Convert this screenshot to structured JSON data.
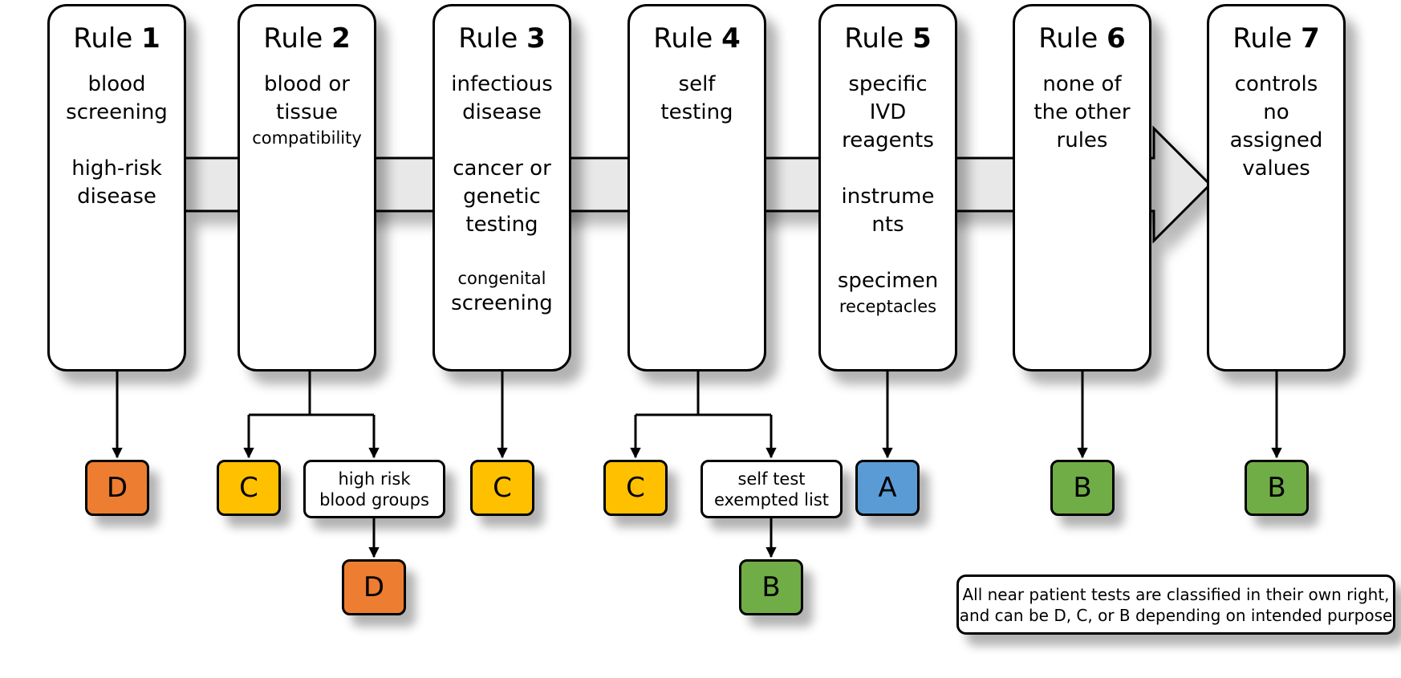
{
  "colors": {
    "D": "#ed7d31",
    "C": "#ffc000",
    "B": "#70ad47",
    "A": "#5b9bd5",
    "arrow_fill": "#e8e8e8"
  },
  "rules": [
    {
      "label": "Rule",
      "number": "1",
      "items": [
        {
          "text": "blood\nscreening"
        },
        {
          "text": "high-risk\ndisease"
        }
      ]
    },
    {
      "label": "Rule",
      "number": "2",
      "items": [
        {
          "text": "blood or\ntissue"
        },
        {
          "text": "compatibility",
          "small": true,
          "attach": true
        }
      ]
    },
    {
      "label": "Rule",
      "number": "3",
      "items": [
        {
          "text": "infectious\ndisease"
        },
        {
          "text": "cancer or\ngenetic\ntesting"
        },
        {
          "text": "congenital",
          "small": true
        },
        {
          "text": "screening",
          "attach": true
        }
      ]
    },
    {
      "label": "Rule",
      "number": "4",
      "items": [
        {
          "text": "self\ntesting"
        }
      ]
    },
    {
      "label": "Rule",
      "number": "5",
      "items": [
        {
          "text": "specific\nIVD\nreagents"
        },
        {
          "text": "instrume\nnts"
        },
        {
          "text": "specimen"
        },
        {
          "text": "receptacles",
          "small": true,
          "attach": true
        }
      ]
    },
    {
      "label": "Rule",
      "number": "6",
      "items": [
        {
          "text": "none of\nthe other\nrules"
        }
      ]
    },
    {
      "label": "Rule",
      "number": "7",
      "items": [
        {
          "text": "controls\nno\nassigned\nvalues"
        }
      ]
    }
  ],
  "classes": [
    {
      "id": "rule1-d",
      "letter": "D",
      "color": "D"
    },
    {
      "id": "rule2-c",
      "letter": "C",
      "color": "C"
    },
    {
      "id": "rule2-d",
      "letter": "D",
      "color": "D"
    },
    {
      "id": "rule3-c",
      "letter": "C",
      "color": "C"
    },
    {
      "id": "rule4-c",
      "letter": "C",
      "color": "C"
    },
    {
      "id": "rule4-b",
      "letter": "B",
      "color": "B"
    },
    {
      "id": "rule5-a",
      "letter": "A",
      "color": "A"
    },
    {
      "id": "rule6-b",
      "letter": "B",
      "color": "B"
    },
    {
      "id": "rule7-b",
      "letter": "B",
      "color": "B"
    }
  ],
  "notes": {
    "rule2": "high risk\nblood groups",
    "rule4": "self test\nexempted list"
  },
  "footnote": "All near patient tests are classified in their own right,\nand can be D, C, or B depending on intended purpose"
}
